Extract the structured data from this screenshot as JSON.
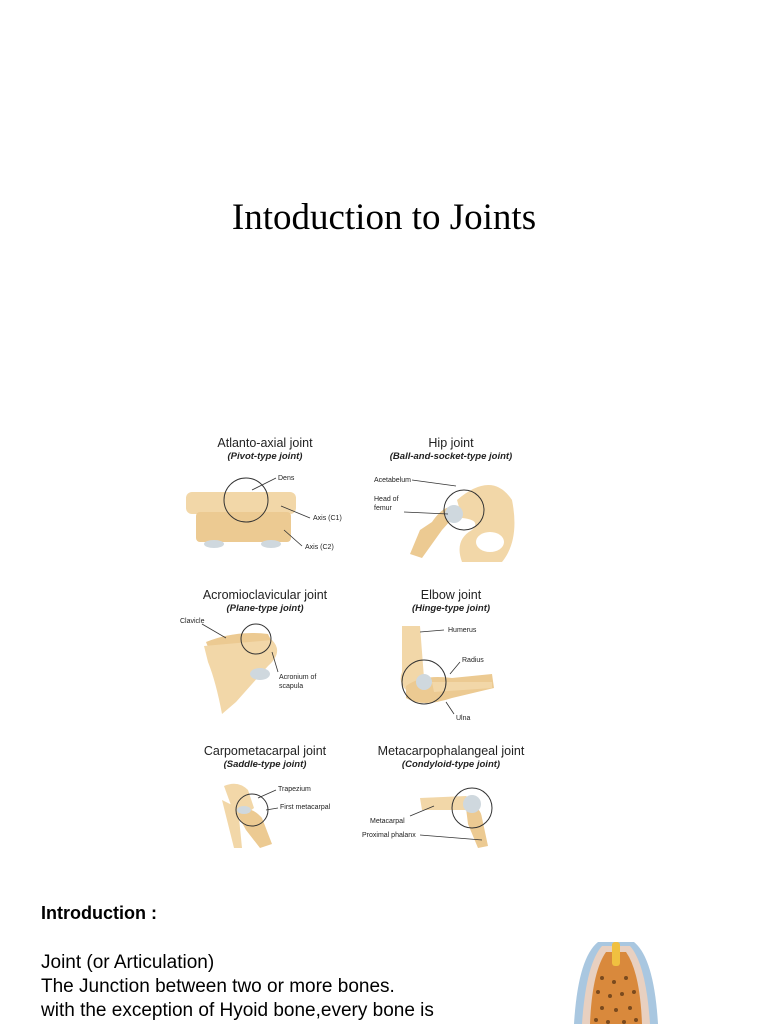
{
  "page": {
    "title": "Intoduction to Joints"
  },
  "figure": {
    "panels": [
      {
        "title": "Atlanto-axial joint",
        "subtitle": "(Pivot-type joint)",
        "labels": [
          "Dens",
          "Axis (C1)",
          "Axis (C2)"
        ]
      },
      {
        "title": "Hip joint",
        "subtitle": "(Ball-and-socket-type joint)",
        "labels": [
          "Acetabelum",
          "Head of femur",
          "Head of",
          "femur"
        ]
      },
      {
        "title": "Acromioclavicular joint",
        "subtitle": "(Plane-type joint)",
        "labels": [
          "Clavicle",
          "Acronium of",
          "scapula"
        ]
      },
      {
        "title": "Elbow joint",
        "subtitle": "(Hinge-type joint)",
        "labels": [
          "Humerus",
          "Radius",
          "Ulna"
        ]
      },
      {
        "title": "Carpometacarpal joint",
        "subtitle": "(Saddle-type joint)",
        "labels": [
          "Trapezium",
          "First metacarpal"
        ]
      },
      {
        "title": "Metacarpophalangeal joint",
        "subtitle": "(Condyloid-type joint)",
        "labels": [
          "Metacarpal",
          "Proximal phalanx"
        ]
      }
    ]
  },
  "intro": {
    "heading": "Introduction :",
    "lines": [
      "Joint (or Articulation)",
      "The Junction between two or more bones.",
      "with the exception of Hyoid bone,every bone is"
    ]
  },
  "colors": {
    "bone": "#f2d7a8",
    "bone_shadow": "#d9b47e",
    "outline": "#333333",
    "cartilage": "#d8e3ea"
  }
}
